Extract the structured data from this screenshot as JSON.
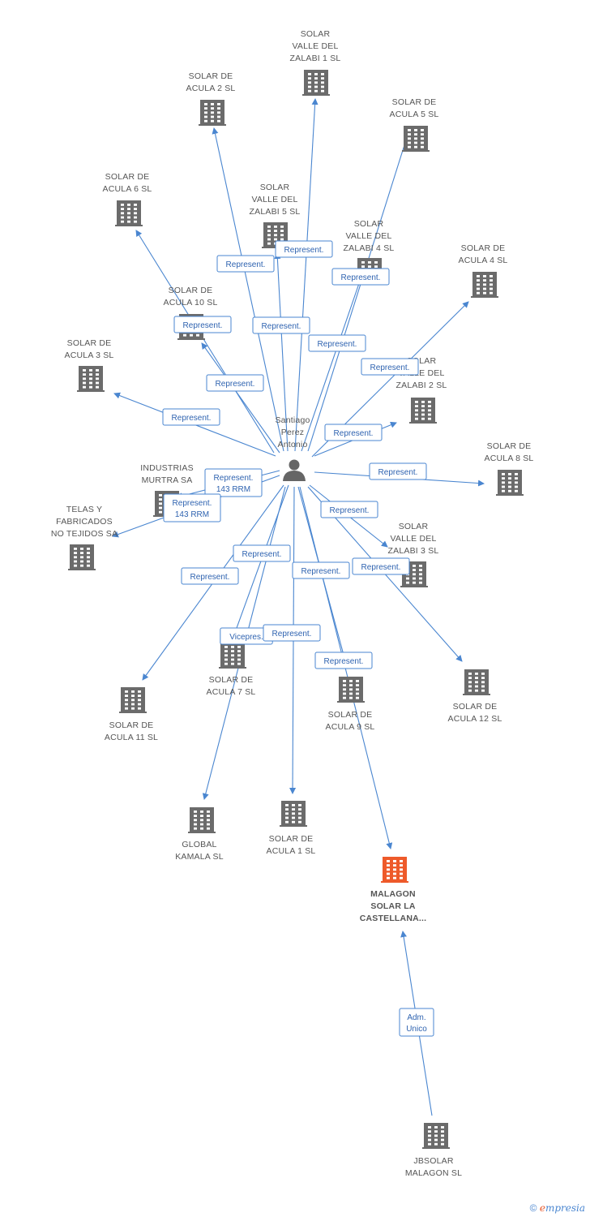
{
  "colors": {
    "edge": "#4a86d0",
    "building": "#6b6b6b",
    "focus": "#ee5a2a",
    "person": "#666666"
  },
  "person": {
    "lines": [
      "Santiago",
      "Perez",
      "Antonio"
    ],
    "icon": "person-icon"
  },
  "companies": [
    {
      "id": "zalabi1",
      "lines": [
        "SOLAR",
        "VALLE DEL",
        "ZALABI 1 SL"
      ]
    },
    {
      "id": "acula2",
      "lines": [
        "SOLAR DE",
        "ACULA 2 SL"
      ]
    },
    {
      "id": "acula5",
      "lines": [
        "SOLAR DE",
        "ACULA 5 SL"
      ]
    },
    {
      "id": "acula6",
      "lines": [
        "SOLAR DE",
        "ACULA 6 SL"
      ]
    },
    {
      "id": "zalabi5",
      "lines": [
        "SOLAR",
        "VALLE DEL",
        "ZALABI 5 SL"
      ]
    },
    {
      "id": "zalabi4",
      "lines": [
        "SOLAR",
        "VALLE DEL",
        "ZALABI 4 SL"
      ]
    },
    {
      "id": "acula4",
      "lines": [
        "SOLAR DE",
        "ACULA 4 SL"
      ]
    },
    {
      "id": "acula10",
      "lines": [
        "SOLAR DE",
        "ACULA 10 SL"
      ]
    },
    {
      "id": "acula3",
      "lines": [
        "SOLAR DE",
        "ACULA 3 SL"
      ]
    },
    {
      "id": "zalabi2",
      "lines": [
        "SOLAR",
        "VALLE DEL",
        "ZALABI 2 SL"
      ]
    },
    {
      "id": "murtra",
      "lines": [
        "INDUSTRIAS",
        "MURTRA SA"
      ]
    },
    {
      "id": "acula8",
      "lines": [
        "SOLAR DE",
        "ACULA 8 SL"
      ]
    },
    {
      "id": "telas",
      "lines": [
        "TELAS Y",
        "FABRICADOS",
        "NO TEJIDOS SA"
      ]
    },
    {
      "id": "zalabi3",
      "lines": [
        "SOLAR",
        "VALLE DEL",
        "ZALABI 3 SL"
      ]
    },
    {
      "id": "acula7",
      "lines": [
        "SOLAR DE",
        "ACULA 7 SL"
      ]
    },
    {
      "id": "acula11",
      "lines": [
        "SOLAR DE",
        "ACULA 11 SL"
      ]
    },
    {
      "id": "acula9",
      "lines": [
        "SOLAR DE",
        "ACULA 9 SL"
      ]
    },
    {
      "id": "acula12",
      "lines": [
        "SOLAR DE",
        "ACULA 12 SL"
      ]
    },
    {
      "id": "kamala",
      "lines": [
        "GLOBAL",
        "KAMALA SL"
      ]
    },
    {
      "id": "acula1",
      "lines": [
        "SOLAR DE",
        "ACULA 1 SL"
      ]
    },
    {
      "id": "malagon",
      "lines": [
        "MALAGON",
        "SOLAR LA",
        "CASTELLANA..."
      ],
      "focus": true
    },
    {
      "id": "jbsolar",
      "lines": [
        "JBSOLAR",
        "MALAGON SL"
      ]
    }
  ],
  "edges": [
    {
      "from": "person",
      "to": "zalabi1",
      "label": [
        "Represent."
      ]
    },
    {
      "from": "person",
      "to": "acula2",
      "label": [
        "Represent."
      ]
    },
    {
      "from": "person",
      "to": "acula5",
      "label": [
        "Represent."
      ]
    },
    {
      "from": "person",
      "to": "acula6",
      "label": [
        "Represent."
      ]
    },
    {
      "from": "person",
      "to": "zalabi5",
      "label": [
        "Represent."
      ]
    },
    {
      "from": "person",
      "to": "zalabi4",
      "label": [
        "Represent."
      ]
    },
    {
      "from": "person",
      "to": "acula4",
      "label": [
        "Represent."
      ]
    },
    {
      "from": "person",
      "to": "acula10",
      "label": [
        "Represent."
      ]
    },
    {
      "from": "person",
      "to": "acula3",
      "label": [
        "Represent."
      ]
    },
    {
      "from": "person",
      "to": "zalabi2",
      "label": [
        "Represent."
      ]
    },
    {
      "from": "person",
      "to": "murtra",
      "label": [
        "Represent.",
        "143 RRM"
      ]
    },
    {
      "from": "person",
      "to": "telas",
      "label": [
        "Represent.",
        "143 RRM"
      ]
    },
    {
      "from": "person",
      "to": "acula8",
      "label": [
        "Represent."
      ]
    },
    {
      "from": "person",
      "to": "zalabi3",
      "label": [
        "Represent."
      ]
    },
    {
      "from": "person",
      "to": "acula12",
      "label": [
        "Represent."
      ]
    },
    {
      "from": "person",
      "to": "acula11",
      "label": [
        "Represent."
      ]
    },
    {
      "from": "person",
      "to": "acula7",
      "label": [
        "Represent."
      ]
    },
    {
      "from": "person",
      "to": "kamala",
      "label": [
        "Vicepres."
      ]
    },
    {
      "from": "person",
      "to": "acula1",
      "label": [
        "Represent."
      ]
    },
    {
      "from": "person",
      "to": "acula9",
      "label": [
        "Represent."
      ]
    },
    {
      "from": "person",
      "to": "malagon",
      "label": [
        "Represent."
      ]
    },
    {
      "from": "jbsolar",
      "to": "malagon",
      "label": [
        "Adm.",
        "Unico"
      ]
    }
  ],
  "footer": {
    "copyright": "©",
    "brand_e": "e",
    "brand_rest": "mpresia"
  }
}
